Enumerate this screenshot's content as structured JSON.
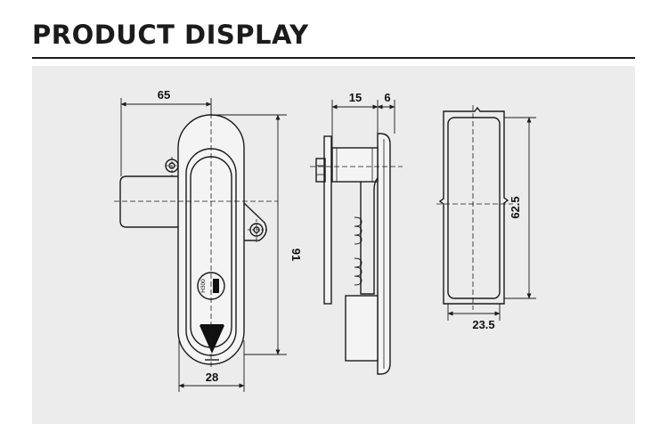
{
  "heading": "PRODUCT DISPLAY",
  "colors": {
    "panel": "#ececec",
    "ink": "#1b1b1b",
    "key_insert": "#111111"
  },
  "dimensions": {
    "front_width_offset": "65",
    "front_height": "91",
    "front_bottom_width": "28",
    "side_depth": "15",
    "side_plate": "6",
    "cutout_height": "62.5",
    "cutout_width": "23.5"
  },
  "key_label": "H300"
}
